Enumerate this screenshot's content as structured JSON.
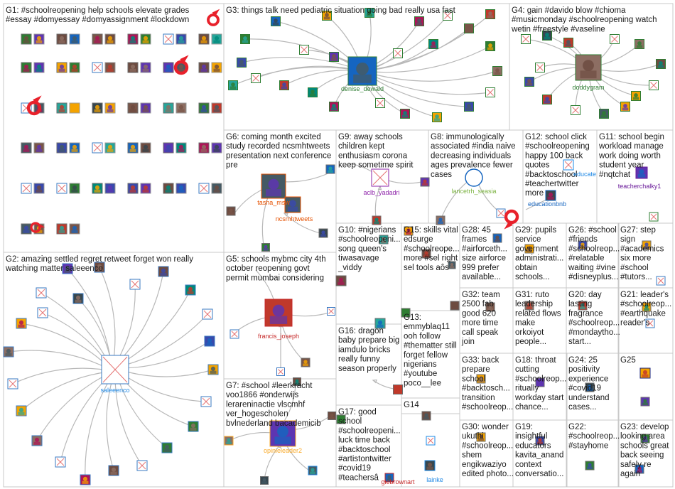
{
  "groups": [
    {
      "id": "G1",
      "lines": [
        "G1: #schoolreopening help schools elevate grades",
        "#essay #domyessay #domyassignment #lockdown"
      ]
    },
    {
      "id": "G2",
      "lines": [
        "G2: amazing settled regret retweet forget won really",
        "watching matter saleeenco"
      ]
    },
    {
      "id": "G3",
      "lines": [
        "G3: things talk need pediatric situation going bad really usa fast"
      ]
    },
    {
      "id": "G4",
      "lines": [
        "G4: gain #davido blow #chioma",
        "#musicmonday #schoolreopening watch",
        "wetin #freestyle #vaseline"
      ]
    },
    {
      "id": "G5",
      "lines": [
        "G5: schools mybmc city 4th",
        "october reopening govt",
        "permit mumbai considering"
      ]
    },
    {
      "id": "G6",
      "lines": [
        "G6: coming month excited",
        "study recorded ncsmhtweets",
        "presentation next conference",
        "pre"
      ]
    },
    {
      "id": "G7",
      "lines": [
        "G7: #school #leerkracht",
        "voo1866 #onderwijs",
        "lerareninactie vlscmhf",
        "ver_hogescholen",
        "bvlnederland bacademicib"
      ]
    },
    {
      "id": "G8",
      "lines": [
        "G8: immunologically",
        "associated #india naive",
        "decreasing individuals",
        "ages prevalence fewer",
        "cases"
      ]
    },
    {
      "id": "G9",
      "lines": [
        "G9: away schools",
        "children kept",
        "enthusiasm corona",
        "keep sometime spirit"
      ]
    },
    {
      "id": "G10",
      "lines": [
        "G10: #nigerians",
        "#schoolreopeni...",
        "song queen's",
        "tiwasavage",
        "_viddy"
      ]
    },
    {
      "id": "G11",
      "lines": [
        "G11: school begin",
        "workload manage",
        "work doing worth",
        "student year",
        "#nqtchat"
      ]
    },
    {
      "id": "G12",
      "lines": [
        "G12: school click",
        "#schoolreopening",
        "happy 100 back",
        "quotes",
        "#backtoschool",
        "#teachertwitter",
        "more"
      ]
    },
    {
      "id": "G13",
      "lines": [
        "G13:",
        "emmyblaq11",
        "ooh follow",
        "#thematter still",
        "forget fellow",
        "nigerians",
        "#youtube",
        "poco__lee"
      ]
    },
    {
      "id": "G14",
      "lines": [
        "G14"
      ]
    },
    {
      "id": "G15",
      "lines": [
        "G15: skills vital",
        "edsurge",
        "#schoolreope...",
        "more #sel right",
        "sel tools aôs"
      ]
    },
    {
      "id": "G16",
      "lines": [
        "G16: dragon",
        "baby prepare big",
        "iamdulo bricks",
        "really funny",
        "season properly"
      ]
    },
    {
      "id": "G17",
      "lines": [
        "G17: good",
        "school",
        "#schoolreopeni...",
        "luck time back",
        "#backtoschool",
        "#artistontwitter",
        "#covid19",
        "#teachersâ"
      ]
    },
    {
      "id": "G18",
      "lines": [
        "G18: throat",
        "cutting",
        "#schoolreop...",
        "ritually",
        "workday start",
        "chance..."
      ]
    },
    {
      "id": "G19",
      "lines": [
        "G19:",
        "insightful",
        "educators",
        "kavita_anand",
        "context",
        "conversatio..."
      ]
    },
    {
      "id": "G20",
      "lines": [
        "G20: day",
        "lasting",
        "fragrance",
        "#schoolreop...",
        "#mondaytho...",
        "start..."
      ]
    },
    {
      "id": "G21",
      "lines": [
        "G21: leader's",
        "#schoolreop...",
        "#earthquake",
        "reader's"
      ]
    },
    {
      "id": "G22",
      "lines": [
        "G22:",
        "#schoolreop...",
        "#stayhome"
      ]
    },
    {
      "id": "G23",
      "lines": [
        "G23: develop",
        "looking area",
        "schools great",
        "back seeing",
        "safely re",
        "again"
      ]
    },
    {
      "id": "G24",
      "lines": [
        "G24: 25",
        "positivity",
        "experience",
        "#covid19",
        "understand",
        "cases..."
      ]
    },
    {
      "id": "G25",
      "lines": [
        "G25"
      ]
    },
    {
      "id": "G26",
      "lines": [
        "G26: #school",
        "#friends",
        "#schoolreop...",
        "#relatable",
        "waiting #vine",
        "#disneyplus..."
      ]
    },
    {
      "id": "G27",
      "lines": [
        "G27: step",
        "sign",
        "#academics",
        "six more",
        "#school",
        "#tutors..."
      ]
    },
    {
      "id": "G28",
      "lines": [
        "G28: 45",
        "frames",
        "#airforceth...",
        "size airforce",
        "999 prefer",
        "available..."
      ]
    },
    {
      "id": "G29",
      "lines": [
        "G29: pupils",
        "service",
        "government",
        "administrati...",
        "obtain",
        "schools..."
      ]
    },
    {
      "id": "G30",
      "lines": [
        "G30: wonder",
        "ukuthi",
        "#schoolreop...",
        "shem",
        "engikwaziyo",
        "edited photo..."
      ]
    },
    {
      "id": "G31",
      "lines": [
        "G31: ruto",
        "leadership",
        "related flows",
        "make",
        "orkoiyot",
        "people..."
      ]
    },
    {
      "id": "G32",
      "lines": [
        "G32: team",
        "2500 fab",
        "good 620",
        "more time",
        "call speak",
        "join"
      ]
    },
    {
      "id": "G33",
      "lines": [
        "G33: back",
        "prepare",
        "school",
        "#backtosch...",
        "transition",
        "#schoolreop..."
      ]
    }
  ],
  "hubs": [
    {
      "name": "denise_dewald",
      "color": "#2e7d32"
    },
    {
      "name": "doddygram",
      "color": "#2e7d32"
    },
    {
      "name": "saleeenco",
      "color": "#1e88e5"
    },
    {
      "name": "tasha_msw",
      "color": "#e65100"
    },
    {
      "name": "ncsmhtweets",
      "color": "#e65100"
    },
    {
      "name": "francis_joseph",
      "color": "#c62828"
    },
    {
      "name": "opinieleader2",
      "color": "#f9a825"
    },
    {
      "name": "aclb_yadadri",
      "color": "#8e24aa"
    },
    {
      "name": "lancetrh_seasia",
      "color": "#7cb342"
    },
    {
      "name": "educationbnb",
      "color": "#1565c0"
    },
    {
      "name": "teacherchalky1",
      "color": "#6a1b9a"
    },
    {
      "name": "educate",
      "color": "#1e88e5"
    },
    {
      "name": "giebrownart",
      "color": "#c62828"
    },
    {
      "name": "lainke",
      "color": "#1e88e5"
    }
  ],
  "colors": {
    "edge": "#b8b8b8",
    "box": "#c8c8c8",
    "accent_red": "#e8212b"
  },
  "icons": [
    "avatar-icon",
    "broken-image-icon",
    "red-marker-icon"
  ]
}
